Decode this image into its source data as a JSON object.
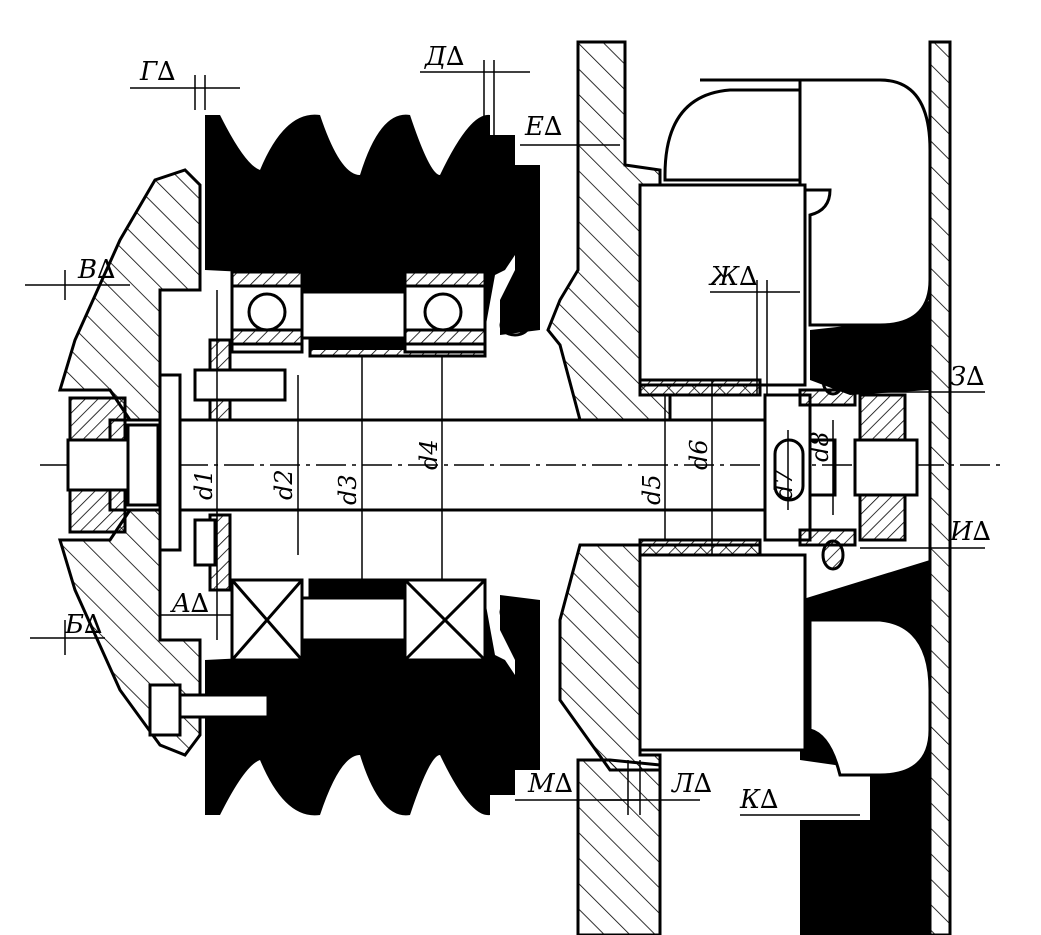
{
  "drawing": {
    "dimension_gaps": [
      {
        "id": "A",
        "label": "A∆"
      },
      {
        "id": "B",
        "label": "Б∆"
      },
      {
        "id": "V",
        "label": "В∆"
      },
      {
        "id": "G",
        "label": "Г∆"
      },
      {
        "id": "D",
        "label": "Д∆"
      },
      {
        "id": "E",
        "label": "Е∆"
      },
      {
        "id": "Zh",
        "label": "Ж∆"
      },
      {
        "id": "Z",
        "label": "З∆"
      },
      {
        "id": "I",
        "label": "И∆"
      },
      {
        "id": "K",
        "label": "К∆"
      },
      {
        "id": "L",
        "label": "Л∆"
      },
      {
        "id": "M",
        "label": "М∆"
      }
    ],
    "diameters": [
      {
        "id": "d1",
        "label": "d1"
      },
      {
        "id": "d2",
        "label": "d2"
      },
      {
        "id": "d3",
        "label": "d3"
      },
      {
        "id": "d4",
        "label": "d4"
      },
      {
        "id": "d5",
        "label": "d5"
      },
      {
        "id": "d6",
        "label": "d6"
      },
      {
        "id": "d7",
        "label": "d7"
      },
      {
        "id": "d8",
        "label": "d8"
      }
    ]
  }
}
